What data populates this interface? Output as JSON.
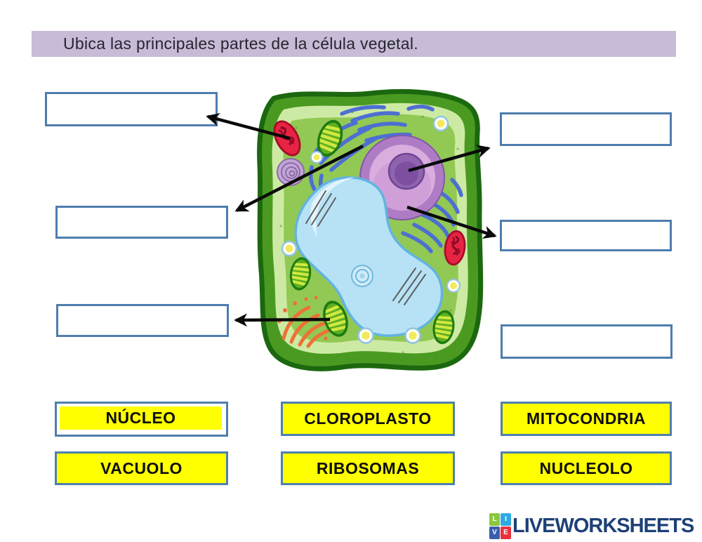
{
  "header": {
    "instruction": "Ubica las principales partes de la célula vegetal."
  },
  "worksheet": {
    "answer_boxes": [
      {
        "id": "left-1",
        "value": ""
      },
      {
        "id": "left-2",
        "value": ""
      },
      {
        "id": "left-3",
        "value": ""
      },
      {
        "id": "right-1",
        "value": ""
      },
      {
        "id": "right-2",
        "value": ""
      },
      {
        "id": "right-3",
        "value": ""
      }
    ],
    "word_bank": [
      {
        "label": "NÚCLEO"
      },
      {
        "label": "CLOROPLASTO"
      },
      {
        "label": "MITOCONDRIA"
      },
      {
        "label": "VACUOLO"
      },
      {
        "label": "RIBOSOMAS"
      },
      {
        "label": "NUCLEOLO"
      }
    ]
  },
  "colors": {
    "title_bg": "#c8bbd8",
    "answer_box_border": "#4e7dad",
    "word_bank_bg": "#ffff00",
    "arrow": "#0a0a0a",
    "logo_text": "#1d4077"
  },
  "footer": {
    "logo_text": "LIVEWORKSHEETS",
    "logo_squares": [
      {
        "letter": "L",
        "color": "#8cc63f"
      },
      {
        "letter": "I",
        "color": "#2eaae2"
      },
      {
        "letter": "V",
        "color": "#3b5eac"
      },
      {
        "letter": "E",
        "color": "#e8313c"
      }
    ]
  }
}
